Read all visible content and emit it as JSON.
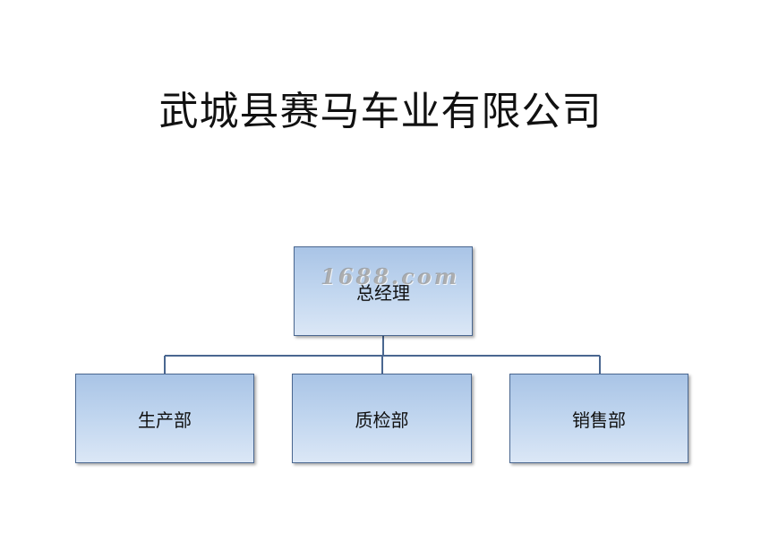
{
  "title": "武城县赛马车业有限公司",
  "org": {
    "top": {
      "label": "总经理"
    },
    "children": [
      {
        "label": "生产部"
      },
      {
        "label": "质检部"
      },
      {
        "label": "销售部"
      }
    ]
  },
  "watermark": "1688.com",
  "colors": {
    "box_fill_top": "#a9c4e6",
    "box_fill_bottom": "#dbe7f6",
    "box_border": "#4a6790",
    "connector": "#4a6790"
  }
}
